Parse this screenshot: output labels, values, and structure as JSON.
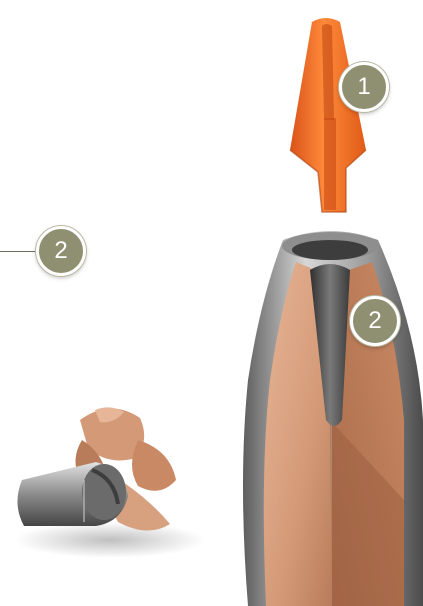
{
  "labels": {
    "badge_1": "1",
    "badge_2_left": "2",
    "badge_2_right": "2"
  },
  "colors": {
    "tip_orange": "#f36f21",
    "core_copper": "#d7a07f",
    "jacket_gray": "#8a8a8a",
    "badge_fill": "#8f8f72",
    "badge_text": "#ffffff"
  },
  "parts": [
    {
      "id": 1,
      "name": "polymer-tip",
      "color": "tip_orange"
    },
    {
      "id": 2,
      "name": "expanded-bullet",
      "color": "core_copper"
    }
  ]
}
